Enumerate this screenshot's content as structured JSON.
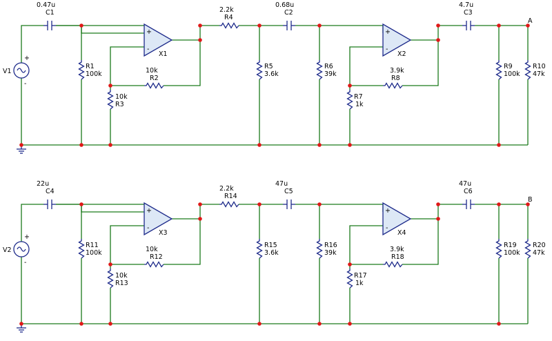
{
  "colors": {
    "wire": "#1a7a1a",
    "part": "#1d2a8a",
    "node": "#e01818",
    "opamp_fill": "#dde8f6"
  },
  "circuits": {
    "top": {
      "V": "V1",
      "C1": {
        "ref": "C1",
        "value": "0.47u"
      },
      "R1": {
        "ref": "R1",
        "value": "100k"
      },
      "X1": "X1",
      "R2": {
        "ref": "R2",
        "value": "10k"
      },
      "R3": {
        "ref": "R3",
        "value": "10k"
      },
      "R4": {
        "ref": "R4",
        "value": "2.2k"
      },
      "R5": {
        "ref": "R5",
        "value": "3.6k"
      },
      "C2": {
        "ref": "C2",
        "value": "0.68u"
      },
      "R6": {
        "ref": "R6",
        "value": "39k"
      },
      "X2": "X2",
      "R7": {
        "ref": "R7",
        "value": "1k"
      },
      "R8": {
        "ref": "R8",
        "value": "3.9k"
      },
      "C3": {
        "ref": "C3",
        "value": "4.7u"
      },
      "R9": {
        "ref": "R9",
        "value": "100k"
      },
      "R10": {
        "ref": "R10",
        "value": "47k"
      },
      "out": "A"
    },
    "bottom": {
      "V": "V2",
      "C1": {
        "ref": "C4",
        "value": "22u"
      },
      "R1": {
        "ref": "R11",
        "value": "100k"
      },
      "X1": "X3",
      "R2": {
        "ref": "R12",
        "value": "10k"
      },
      "R3": {
        "ref": "R13",
        "value": "10k"
      },
      "R4": {
        "ref": "R14",
        "value": "2.2k"
      },
      "R5": {
        "ref": "R15",
        "value": "3.6k"
      },
      "C2": {
        "ref": "C5",
        "value": "47u"
      },
      "R6": {
        "ref": "R16",
        "value": "39k"
      },
      "X2": "X4",
      "R7": {
        "ref": "R17",
        "value": "1k"
      },
      "R8": {
        "ref": "R18",
        "value": "3.9k"
      },
      "C3": {
        "ref": "C6",
        "value": "47u"
      },
      "R9": {
        "ref": "R19",
        "value": "100k"
      },
      "R10": {
        "ref": "R20",
        "value": "47k"
      },
      "out": "B"
    }
  },
  "opamp_pins": {
    "plus": "+",
    "minus": "-"
  },
  "source_pins": {
    "plus": "+",
    "minus": "-"
  }
}
